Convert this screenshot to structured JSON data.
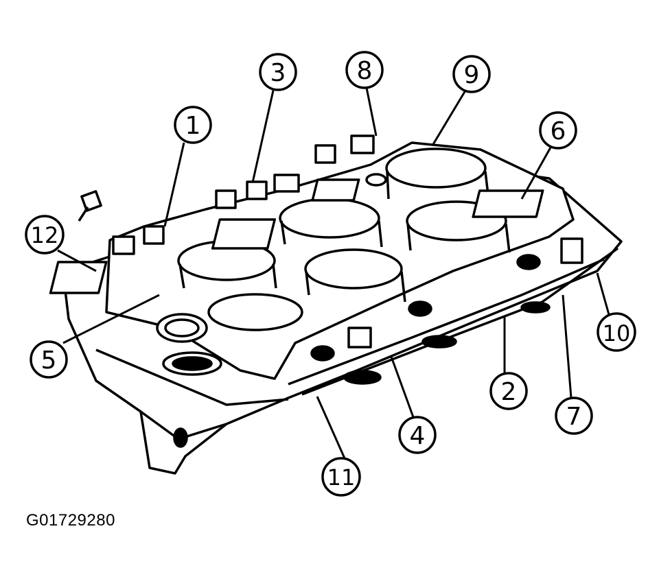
{
  "figure_id": "G01729280",
  "callouts": [
    {
      "label": "1"
    },
    {
      "label": "2"
    },
    {
      "label": "3"
    },
    {
      "label": "4"
    },
    {
      "label": "5"
    },
    {
      "label": "6"
    },
    {
      "label": "7"
    },
    {
      "label": "8"
    },
    {
      "label": "9"
    },
    {
      "label": "10"
    },
    {
      "label": "11"
    },
    {
      "label": "12"
    }
  ]
}
